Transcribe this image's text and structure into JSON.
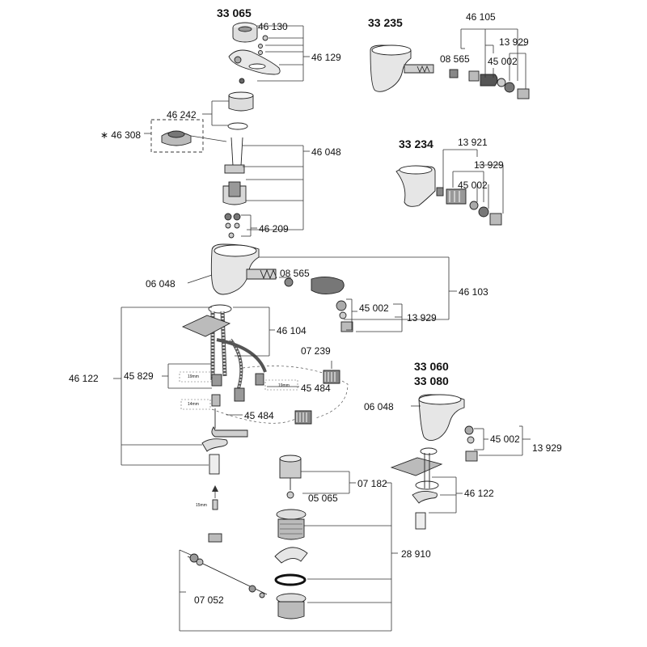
{
  "titles": {
    "t33065": "33 065",
    "t33235": "33 235",
    "t33234": "33 234",
    "t33060": "33 060",
    "t33080": "33 080"
  },
  "labels": {
    "l46130": "46 130",
    "l46129": "46 129",
    "l46242": "46 242",
    "l46308": "∗ 46 308",
    "l46048": "46 048",
    "l46209": "46 209",
    "l06048a": "06 048",
    "l08565a": "08 565",
    "l46103": "46 103",
    "l45002a": "45 002",
    "l13929a": "13 929",
    "l46104": "46 104",
    "l07239": "07 239",
    "l46122a": "46 122",
    "l45829": "45 829",
    "l45484a": "45 484",
    "l45484b": "45 484",
    "l07182": "07 182",
    "l05065": "05 065",
    "l28910": "28 910",
    "l07052": "07 052",
    "l46105": "46 105",
    "l08565b": "08 565",
    "l13929b": "13 929",
    "l45002b": "45 002",
    "l13921": "13 921",
    "l13929c": "13 929",
    "l45002c": "45 002",
    "l06048b": "06 048",
    "l45002d": "45 002",
    "l13929d": "13 929",
    "l46122b": "46 122"
  },
  "dims": {
    "d19a": "19mm",
    "d19b": "19mm",
    "d14": "14mm",
    "d15": "15mm"
  }
}
